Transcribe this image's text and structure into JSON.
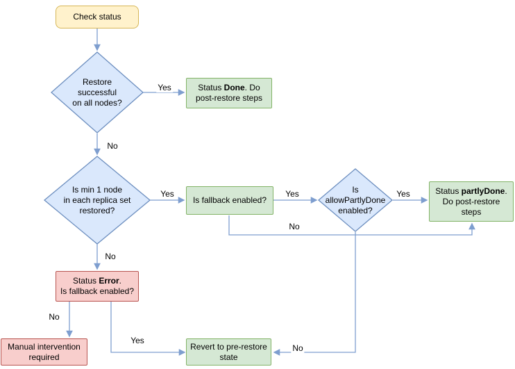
{
  "diagram": {
    "palette": {
      "start_fill": "#fff2cc",
      "start_stroke": "#d6b656",
      "decision_fill": "#dae8fc",
      "decision_stroke": "#6c8ebf",
      "success_fill": "#d5e8d4",
      "success_stroke": "#82b366",
      "error_fill": "#f8cecc",
      "error_stroke": "#b85450",
      "arrow": "#7e9ecf"
    },
    "nodes": {
      "check_status": {
        "label": "Check status"
      },
      "restore_successful": {
        "label": "Restore\nsuccessful\non all nodes?"
      },
      "status_done": {
        "pre": "Status ",
        "bold": "Done",
        "post": ". Do\npost-restore steps"
      },
      "min_one_node": {
        "label": "Is min 1 node\nin each replica set\nrestored?"
      },
      "fallback_enabled": {
        "label": "Is fallback enabled?"
      },
      "allow_partly_done": {
        "label": "Is\nallowPartlyDone\nenabled?"
      },
      "status_partly_done": {
        "pre": "Status ",
        "bold": "partlyDone",
        "post": ".\nDo post-restore\nsteps"
      },
      "status_error": {
        "pre": "Status ",
        "bold": "Error",
        "post": ".\nIs fallback enabled?"
      },
      "manual_intervention": {
        "label": "Manual intervention\nrequired"
      },
      "revert": {
        "label": "Revert to pre-restore\nstate"
      }
    },
    "edge_labels": {
      "restore_yes": "Yes",
      "restore_no": "No",
      "min_yes": "Yes",
      "min_no": "No",
      "fallback_yes": "Yes",
      "fallback_no": "No",
      "allow_yes": "Yes",
      "allow_no": "No",
      "error_no": "No",
      "error_yes": "Yes"
    }
  }
}
